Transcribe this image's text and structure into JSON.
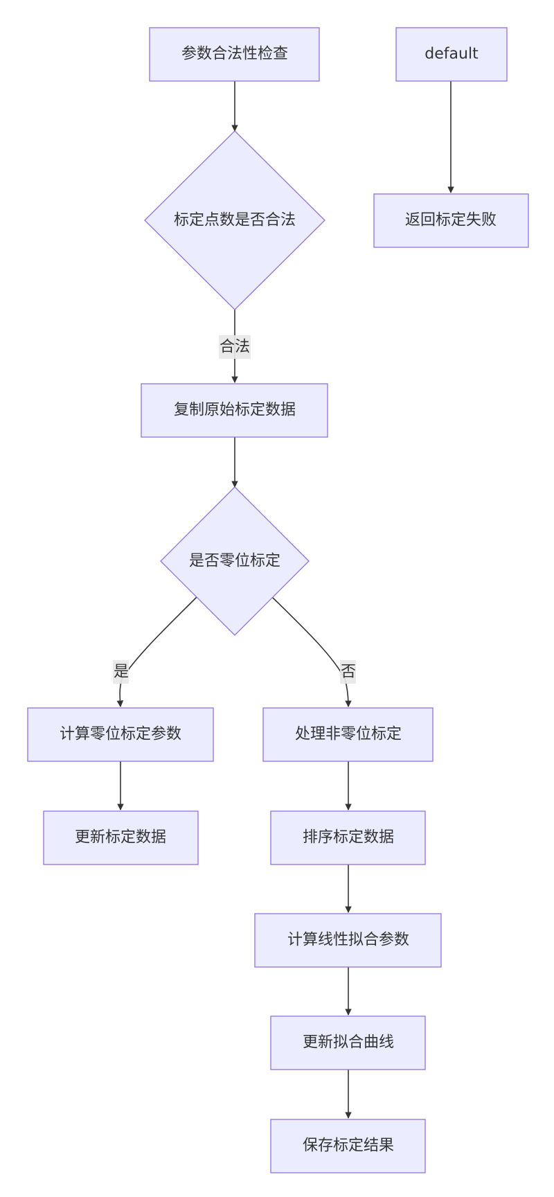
{
  "nodes": {
    "param_check": "参数合法性检查",
    "default": "default",
    "return_fail": "返回标定失败",
    "points_valid": "标定点数是否合法",
    "copy_data": "复制原始标定数据",
    "is_zero": "是否零位标定",
    "calc_zero": "计算零位标定参数",
    "handle_nonzero": "处理非零位标定",
    "update_data": "更新标定数据",
    "sort_data": "排序标定数据",
    "calc_linear": "计算线性拟合参数",
    "update_curve": "更新拟合曲线",
    "save_result": "保存标定结果"
  },
  "edge_labels": {
    "valid": "合法",
    "yes": "是",
    "no": "否"
  },
  "colors": {
    "node_fill": "#ECECFF",
    "node_stroke": "#9370DB",
    "edge": "#333333",
    "label_bg": "#E8E8E8"
  }
}
